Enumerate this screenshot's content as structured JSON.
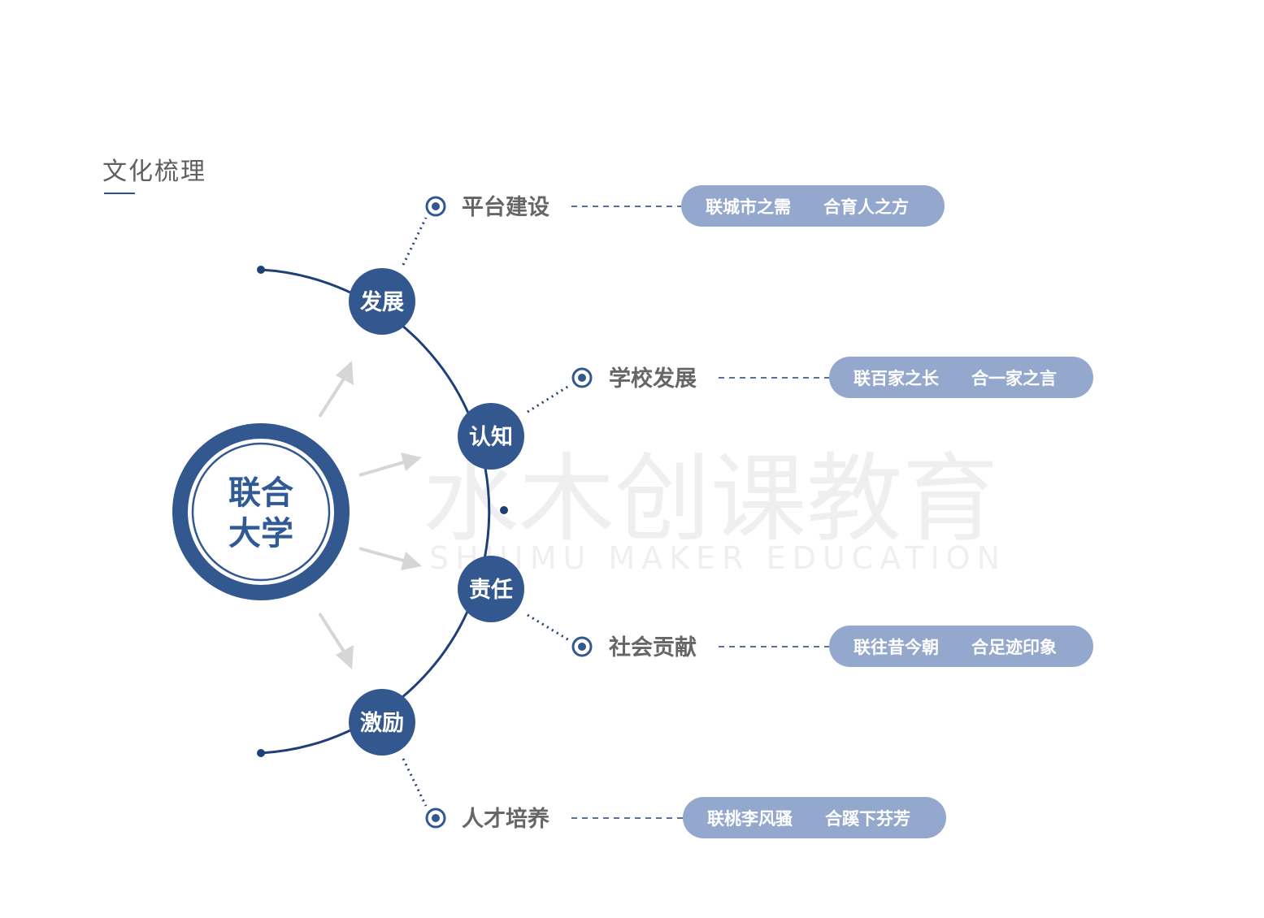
{
  "title": "文化梳理",
  "center": {
    "line1": "联合",
    "line2": "大学"
  },
  "nodes": [
    {
      "id": "fazhan",
      "label": "发展"
    },
    {
      "id": "renzhi",
      "label": "认知"
    },
    {
      "id": "zeren",
      "label": "责任"
    },
    {
      "id": "jili",
      "label": "激励"
    }
  ],
  "branches": [
    {
      "label": "平台建设",
      "pill_a": "联城市之需",
      "pill_b": "合育人之方"
    },
    {
      "label": "学校发展",
      "pill_a": "联百家之长",
      "pill_b": "合一家之言"
    },
    {
      "label": "社会贡献",
      "pill_a": "联往昔今朝",
      "pill_b": "合足迹印象"
    },
    {
      "label": "人才培养",
      "pill_a": "联桃李风骚",
      "pill_b": "合蹊下芬芳"
    }
  ],
  "watermark": {
    "cn": "水木创课教育",
    "en": "SHUIMU MAKER EDUCATION"
  },
  "colors": {
    "primary": "#33588f",
    "pill": "#93a8cc",
    "label": "#666666",
    "arrow": "#d6d6d6"
  }
}
